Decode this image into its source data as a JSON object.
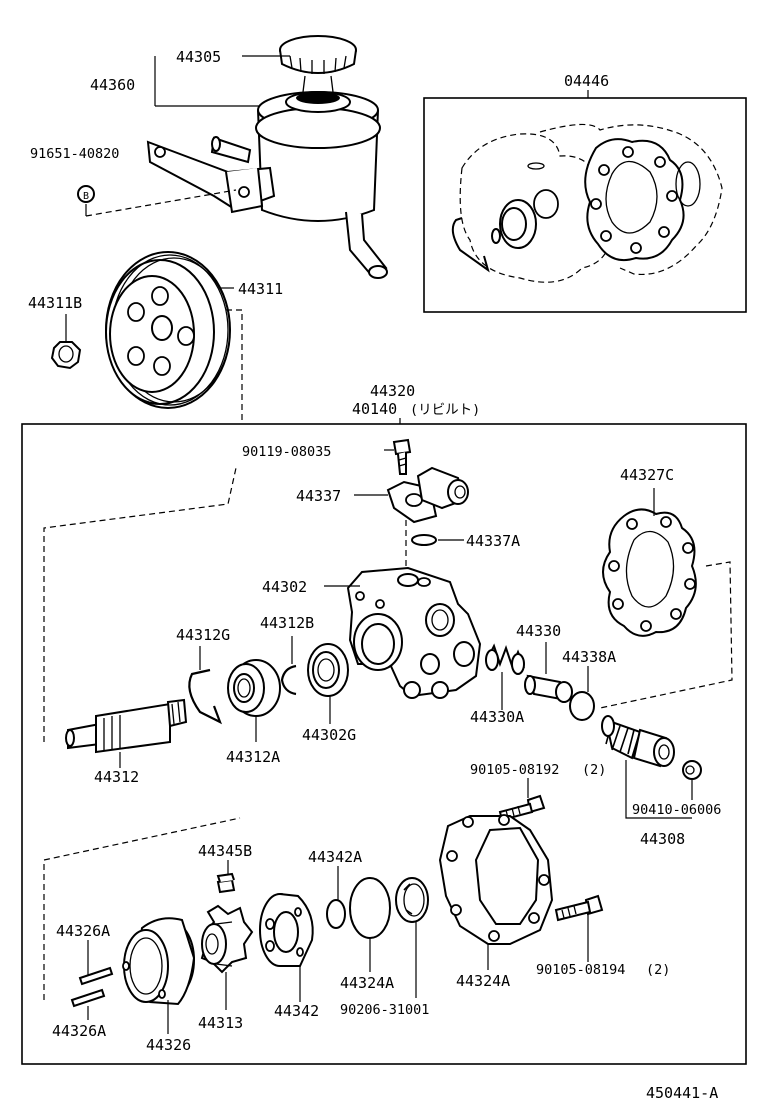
{
  "diagram_id": "450441-A",
  "kit_box_label": "04446",
  "assembly": {
    "part_no": "44320",
    "rebuilt_part_no": "40140",
    "rebuilt_note": "(リビルト)"
  },
  "labels": {
    "cap": "44305",
    "reservoir": "44360",
    "bracket_bolt": "91651-40820",
    "pulley": "44311",
    "pulley_nut": "44311B",
    "union_bolt": "90119-08035",
    "union": "44337",
    "union_oring": "44337A",
    "gasket": "44327C",
    "pump_housing": "44302",
    "snap_ring_g": "44312G",
    "snap_ring_b": "44312B",
    "bearing": "44312A",
    "oil_seal": "44302G",
    "shaft": "44312",
    "valve": "44330",
    "valve_spring": "44330A",
    "oring_438a": "44338A",
    "bolt_8192": "90105-08192",
    "bolt_8192_qty": "(2)",
    "plug_oring": "90410-06006",
    "flow_control": "44308",
    "key": "44345B",
    "cam_oring": "44342A",
    "plate": "44342",
    "vane": "44326A",
    "vane_2": "44326A",
    "cam_ring": "44326",
    "rotor": "44313",
    "oring_324a": "44324A",
    "cover": "44324A",
    "snap_31001": "90206-31001",
    "bolt_8194": "90105-08194",
    "bolt_8194_qty": "(2)"
  }
}
